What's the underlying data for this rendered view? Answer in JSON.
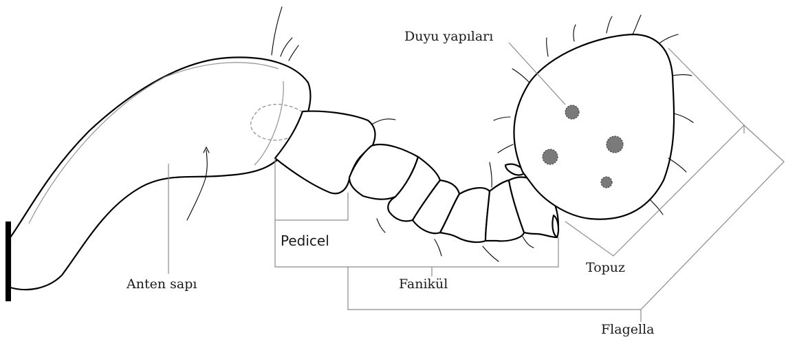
{
  "labels": {
    "sensory": "Duyu yapıları",
    "scape": "Anten sapı",
    "pedicel": "Pedicel",
    "funicle": "Fanikül",
    "club": "Topuz",
    "flagella": "Flagella"
  },
  "colors": {
    "outline": "#000000",
    "guide_lines": "#8a8a8a",
    "sensory_spots": "#7a7a7a",
    "background": "#ffffff"
  }
}
